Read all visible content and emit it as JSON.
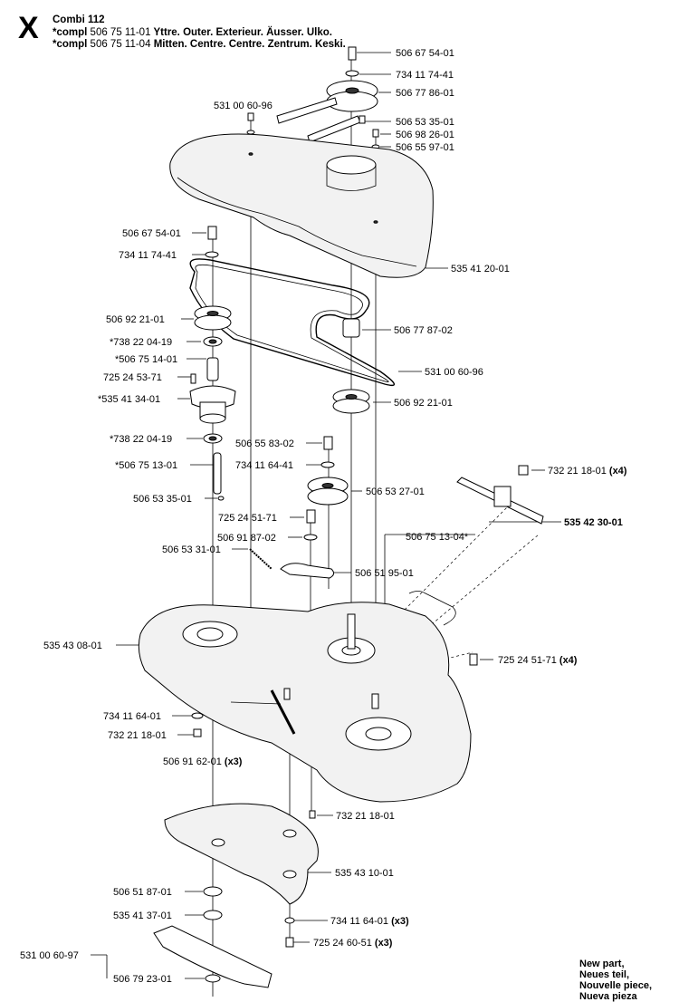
{
  "header": {
    "section_letter": "X",
    "title": "Combi 112",
    "lines": [
      {
        "prefix": "*compl",
        "code": "506 75 11-01",
        "text": "Yttre. Outer. Exterieur. Äusser. Ulko."
      },
      {
        "prefix": "*compl",
        "code": "506 75 11-04",
        "text": "Mitten. Centre. Centre. Zentrum. Keski."
      }
    ]
  },
  "parts": [
    {
      "text": "506 67 54-01"
    },
    {
      "text": "734 11 74-41"
    },
    {
      "text": "506 77 86-01"
    },
    {
      "text": "531 00 60-96"
    },
    {
      "text": "506 53 35-01"
    },
    {
      "text": "506 98 26-01"
    },
    {
      "text": "506 55 97-01"
    },
    {
      "text": "506 67 54-01"
    },
    {
      "text": "734 11 74-41"
    },
    {
      "text": "535 41 20-01"
    },
    {
      "text": "506 92 21-01"
    },
    {
      "text": "506 77 87-02"
    },
    {
      "text": "*738 22 04-19"
    },
    {
      "text": "*506 75 14-01"
    },
    {
      "text": "531 00 60-96"
    },
    {
      "text": "725 24 53-71"
    },
    {
      "text": "*535 41 34-01"
    },
    {
      "text": "506 92 21-01"
    },
    {
      "text": "*738 22 04-19"
    },
    {
      "text": "506 55 83-02"
    },
    {
      "text": "*506 75 13-01"
    },
    {
      "text": "734 11 64-41"
    },
    {
      "text": "732 21 18-01",
      "qty": "(x4)"
    },
    {
      "text": "506 53 27-01"
    },
    {
      "text": "506 53 35-01"
    },
    {
      "text": "535 42 30-01"
    },
    {
      "text": "725 24 51-71"
    },
    {
      "text": "506 91 87-02"
    },
    {
      "text": "506 75 13-04*"
    },
    {
      "text": "506 53 31-01"
    },
    {
      "text": "506 51 95-01"
    },
    {
      "text": "535 43 08-01"
    },
    {
      "text": "725 24 51-71",
      "qty": "(x4)"
    },
    {
      "text": "734 11 64-01"
    },
    {
      "text": "732 21 18-01"
    },
    {
      "text": "506 91 62-01",
      "qty": "(x3)"
    },
    {
      "text": "732 21 18-01"
    },
    {
      "text": "535 43 10-01"
    },
    {
      "text": "506 51 87-01"
    },
    {
      "text": "734 11 64-01",
      "qty": "(x3)"
    },
    {
      "text": "535 41 37-01"
    },
    {
      "text": "725 24 60-51",
      "qty": "(x3)"
    },
    {
      "text": "531 00 60-97"
    },
    {
      "text": "506 79 23-01"
    }
  ],
  "legend": [
    "New part,",
    "Neues teil,",
    "Nouvelle piece,",
    "Nueva pieza"
  ]
}
